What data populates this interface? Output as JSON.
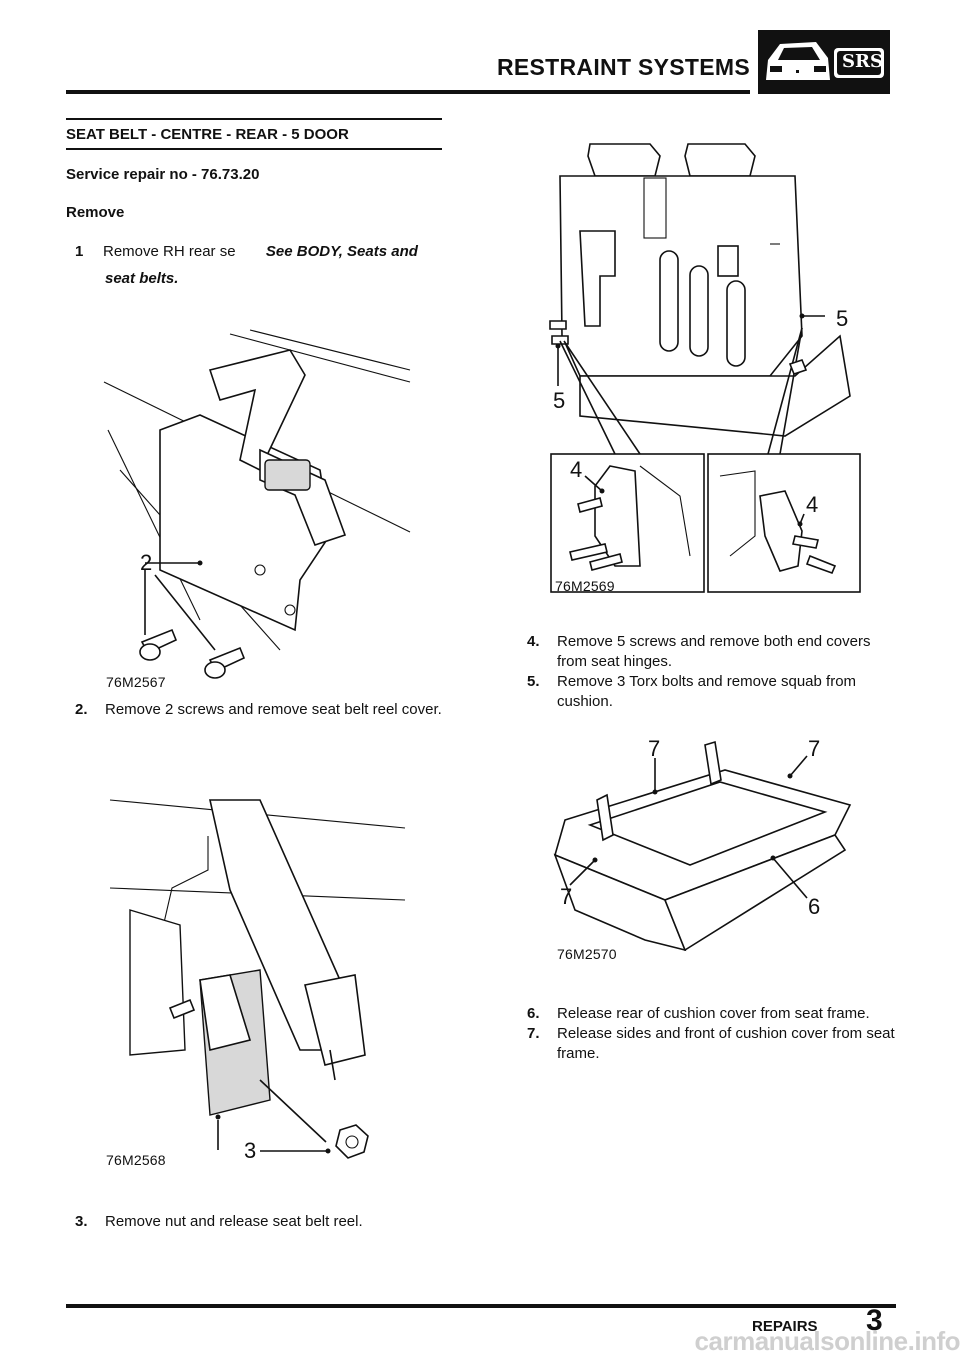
{
  "header": {
    "title": "RESTRAINT SYSTEMS",
    "logo_text": "SRS"
  },
  "section": {
    "title": "SEAT BELT - CENTRE - REAR - 5 DOOR",
    "service_repair": "Service repair no - 76.73.20",
    "remove_heading": "Remove"
  },
  "steps": [
    {
      "num": "1",
      "text": "Remove RH rear se",
      "ref": "See  BODY, Seats and",
      "ref2": "seat belts."
    },
    {
      "num": "2.",
      "text": "Remove 2 screws and remove seat belt reel cover."
    },
    {
      "num": "3.",
      "text": "Remove nut and release seat belt reel."
    },
    {
      "num": "4.",
      "text": "Remove 5 screws and remove both end covers from seat hinges."
    },
    {
      "num": "5.",
      "text": "Remove 3 Torx bolts and remove squab from cushion."
    },
    {
      "num": "6.",
      "text": "Release rear of cushion cover from seat frame."
    },
    {
      "num": "7.",
      "text": "Release sides and front of cushion cover from seat frame."
    }
  ],
  "figures": {
    "fig1": {
      "label": "76M2567",
      "callout": "2"
    },
    "fig2": {
      "label": "76M2568",
      "callout": "3"
    },
    "fig3": {
      "label": "76M2569",
      "callout_a": "5",
      "callout_b": "5",
      "callout_c": "4",
      "callout_d": "4"
    },
    "fig4": {
      "label": "76M2570",
      "callout_a": "7",
      "callout_b": "7",
      "callout_c": "7",
      "callout_d": "6"
    }
  },
  "footer": {
    "section": "REPAIRS",
    "page": "3"
  },
  "watermark": "carmanualsonline.info"
}
